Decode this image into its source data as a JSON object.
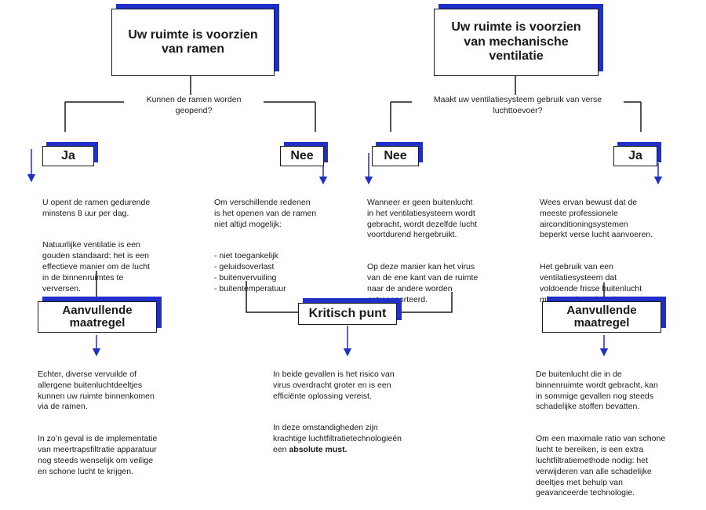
{
  "colors": {
    "accent": "#1f2fc8",
    "line": "#1a1a1a",
    "text": "#1a1a1a"
  },
  "left": {
    "title": "Uw ruimte is voorzien\nvan ramen",
    "question": "Kunnen de ramen worden\ngeopend?",
    "yes_label": "Ja",
    "no_label": "Nee",
    "yes_text": [
      "U opent de ramen gedurende\nminstens 8 uur per dag.",
      "Natuurlijke ventilatie is een\ngouden standaard: het is een\neffectieve manier om de lucht\nin de binnenruimtes te\nverversen."
    ],
    "no_text": [
      "Om verschillende redenen\nis het openen van de ramen\nniet altijd mogelijk:",
      "- niet toegankelijk\n- geluidsoverlast\n- buitenvervuiling\n- buitentemperatuur"
    ],
    "extra_label": "Aanvullende\nmaatregel",
    "extra_text": [
      "Echter, diverse vervuilde of\nallergene buitenluchtdeeltjes\nkunnen uw ruimte binnenkomen\nvia de ramen.",
      "In zo’n geval is de implementatie\nvan meertrapsfiltratie apparatuur\nnog steeds wenselijk om veilige\nen schone lucht te krijgen."
    ]
  },
  "right": {
    "title": "Uw ruimte is voorzien\nvan mechanische\nventilatie",
    "question": "Maakt uw ventilatiesysteem gebruik van verse\nluchttoevoer?",
    "no_label": "Nee",
    "yes_label": "Ja",
    "no_text": [
      "Wanneer er geen buitenlucht\nin het ventilatiesysteem wordt\ngebracht, wordt dezelfde lucht\nvoortdurend hergebruikt.",
      "Op deze manier kan het virus\nvan de ene kant van de ruimte\nnaar de andere worden\ngetransporteerd."
    ],
    "yes_text": [
      "Wees ervan bewust dat de\nmeeste professionele\nairconditioningsystemen\nbeperkt verse lucht aanvoeren.",
      "Het gebruik van een\nventilatiesysteem dat\nvoldoende frisse buitenlucht\nmixt, wordt aanbevolen."
    ],
    "extra_label": "Aanvullende\nmaatregel",
    "extra_text": [
      "De buitenlucht die in de\nbinnenruimte wordt gebracht, kan\nin sommige gevallen nog steeds\nschadelijke stoffen bevatten.",
      "Om een maximale ratio van schone\nlucht te bereiken, is een extra\nluchtfiltratiemethode nodig: het\nverwijderen van alle schadelijke\ndeeltjes met behulp van\ngeavanceerde technologie."
    ]
  },
  "center": {
    "critical_label": "Kritisch punt",
    "critical_text_1": "In beide gevallen is het risico van\nvirus overdracht groter en is een\nefficiënte oplossing vereist.",
    "critical_text_2": "In deze omstandigheden zijn\nkrachtige luchtfiltratietechnologieën\neen ",
    "critical_text_bold": "absolute must."
  }
}
